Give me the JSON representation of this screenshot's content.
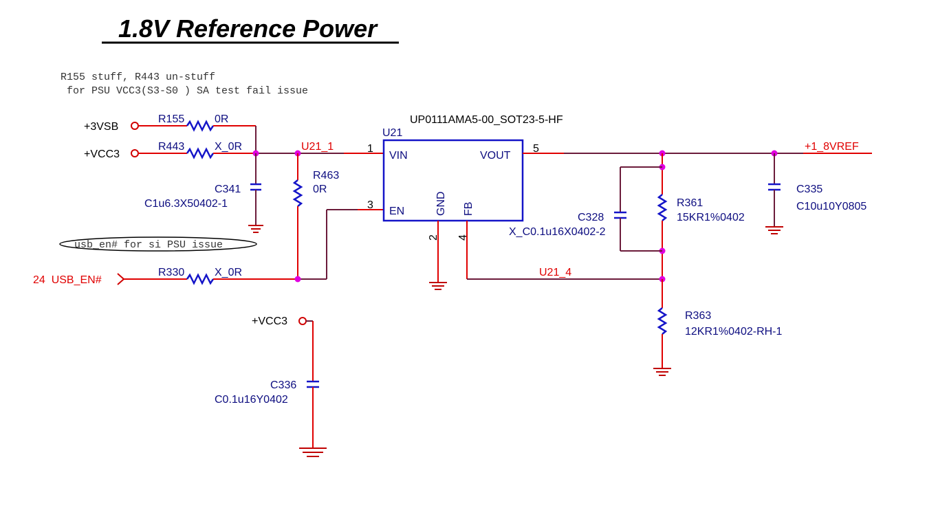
{
  "title": "1.8V Reference Power",
  "notes": {
    "line1": "R155 stuff, R443 un-stuff",
    "line2": " for PSU VCC3(S3-S0 ) SA test fail issue",
    "usb_note": "usb_en# for si PSU issue"
  },
  "ports": {
    "p3vsb": "+3VSB",
    "vcc3_top": "+VCC3",
    "usb_en": "24  USB_EN#",
    "vcc3_bottom": "+VCC3"
  },
  "nets": {
    "u21_1": "U21_1",
    "u21_4": "U21_4",
    "vref": "+1_8VREF"
  },
  "ic": {
    "part": "UP0111AMA5-00_SOT23-5-HF",
    "ref": "U21",
    "vin": "VIN",
    "en": "EN",
    "gnd": "GND",
    "fb": "FB",
    "vout": "VOUT",
    "pin1": "1",
    "pin3": "3",
    "pin2": "2",
    "pin4": "4",
    "pin5": "5"
  },
  "parts": {
    "r155": {
      "ref": "R155",
      "value": "0R"
    },
    "r443": {
      "ref": "R443",
      "value": "X_0R"
    },
    "r330": {
      "ref": "R330",
      "value": "X_0R"
    },
    "r463": {
      "ref": "R463",
      "value": "0R"
    },
    "c341": {
      "ref": "C341",
      "value": "C1u6.3X50402-1"
    },
    "c336": {
      "ref": "C336",
      "value": "C0.1u16Y0402"
    },
    "c328": {
      "ref": "C328",
      "value": "X_C0.1u16X0402-2"
    },
    "r361": {
      "ref": "R361",
      "value": "15KR1%0402"
    },
    "r363": {
      "ref": "R363",
      "value": "12KR1%0402-RH-1"
    },
    "c335": {
      "ref": "C335",
      "value": "C10u10Y0805"
    }
  },
  "colors": {
    "wire": "#6b1b3a",
    "component": "#1414c8",
    "net_label": "#e00000",
    "junction": "#e000e0",
    "part_text": "#0d0d80"
  }
}
